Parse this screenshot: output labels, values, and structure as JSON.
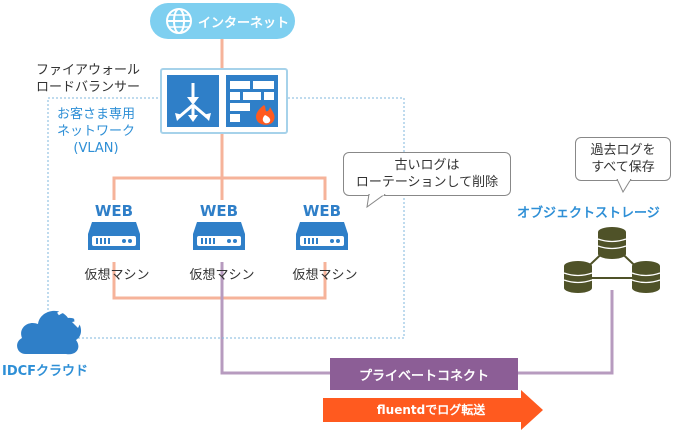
{
  "internet": {
    "label": "インターネット"
  },
  "firewall": {
    "label_line1": "ファイアウォール",
    "label_line2": "ロードバランサー"
  },
  "network": {
    "line1": "お客さま専用",
    "line2": "ネットワーク",
    "line3": "(VLAN)"
  },
  "bubble_delete": {
    "line1": "古いログは",
    "line2": "ローテーションして削除"
  },
  "bubble_save": {
    "line1": "過去ログを",
    "line2": "すべて保存"
  },
  "servers": [
    {
      "badge": "WEB",
      "label": "仮想マシン"
    },
    {
      "badge": "WEB",
      "label": "仮想マシン"
    },
    {
      "badge": "WEB",
      "label": "仮想マシン"
    }
  ],
  "storage": {
    "label": "オブジェクトストレージ"
  },
  "cloud": {
    "label": "IDCFクラウド"
  },
  "private_connect": {
    "label": "プライベートコネクト"
  },
  "fluentd": {
    "label": "fluentdでログ転送"
  },
  "colors": {
    "internet": "#7ecff0",
    "fw_blue": "#2f7fc8",
    "salmon": "#f6b39a",
    "purple": "#8c5e96",
    "orange": "#ff5a1f",
    "storage": "#4f5228"
  }
}
